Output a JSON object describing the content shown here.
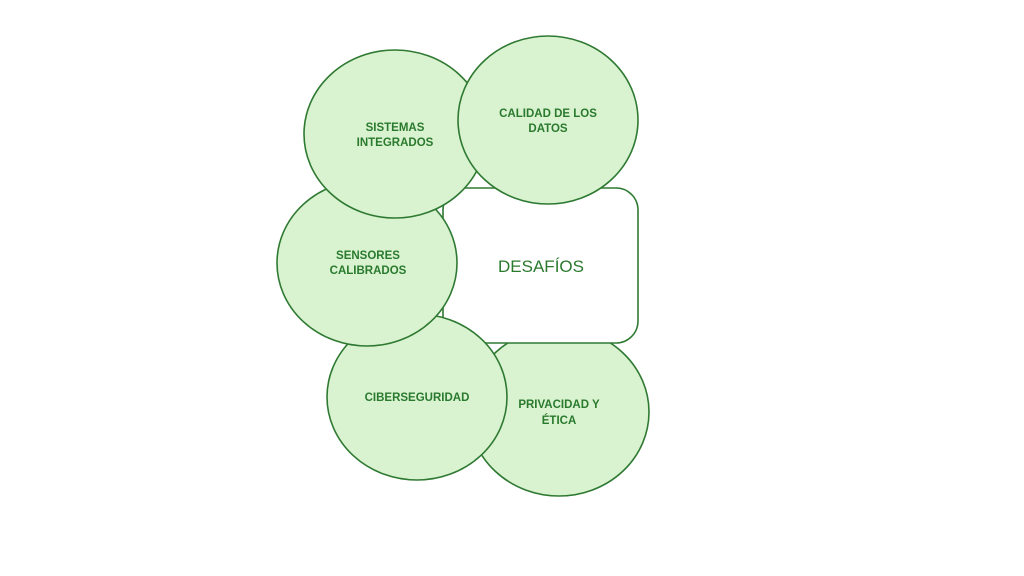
{
  "center": {
    "label": "DESAFÍOS"
  },
  "bubbles": {
    "privacidad": {
      "line1": "PRIVACIDAD Y",
      "line2": "ÉTICA"
    },
    "ciberseguridad": {
      "line1": "CIBERSEGURIDAD"
    },
    "sensores": {
      "line1": "SENSORES",
      "line2": "CALIBRADOS"
    },
    "sistemas": {
      "line1": "SISTEMAS",
      "line2": "INTEGRADOS"
    },
    "calidad": {
      "line1": "CALIDAD DE LOS",
      "line2": "DATOS"
    }
  },
  "colors": {
    "fill": "#d9f2d0",
    "stroke": "#2f7a32",
    "text": "#2a7a2e"
  }
}
